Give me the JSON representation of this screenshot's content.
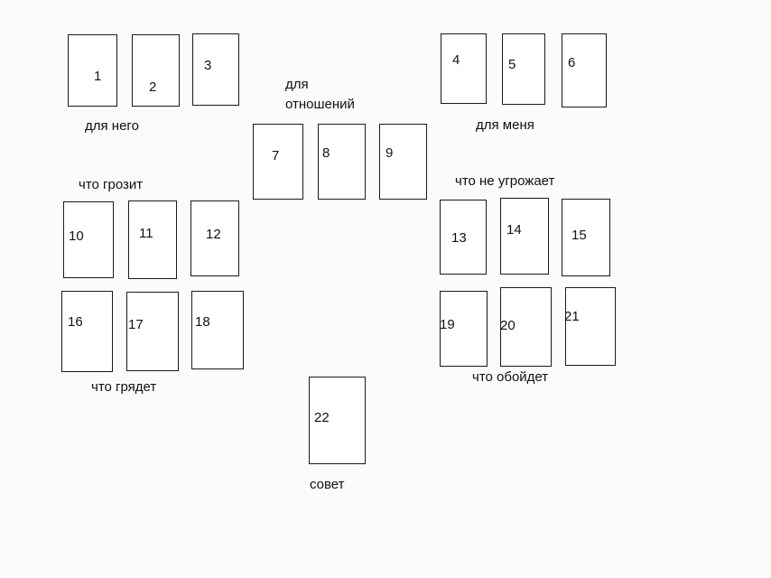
{
  "diagram": {
    "cards": [
      {
        "id": "1",
        "label": "1"
      },
      {
        "id": "2",
        "label": "2"
      },
      {
        "id": "3",
        "label": "3"
      },
      {
        "id": "4",
        "label": "4"
      },
      {
        "id": "5",
        "label": "5"
      },
      {
        "id": "6",
        "label": "6"
      },
      {
        "id": "7",
        "label": "7"
      },
      {
        "id": "8",
        "label": "8"
      },
      {
        "id": "9",
        "label": "9"
      },
      {
        "id": "10",
        "label": "10"
      },
      {
        "id": "11",
        "label": "11"
      },
      {
        "id": "12",
        "label": "12"
      },
      {
        "id": "13",
        "label": "13"
      },
      {
        "id": "14",
        "label": "14"
      },
      {
        "id": "15",
        "label": "15"
      },
      {
        "id": "16",
        "label": "16"
      },
      {
        "id": "17",
        "label": "17"
      },
      {
        "id": "18",
        "label": "18"
      },
      {
        "id": "19",
        "label": "19"
      },
      {
        "id": "20",
        "label": "20"
      },
      {
        "id": "21",
        "label": "21"
      },
      {
        "id": "22",
        "label": "22"
      }
    ],
    "groups": {
      "for_him": "для него",
      "for_relationship_line1": "для",
      "for_relationship_line2": "отношений",
      "for_me": "для меня",
      "threatens": "что грозит",
      "not_threatens": "что не угрожает",
      "coming": "что грядет",
      "passes_by": "что обойдет",
      "advice": "совет"
    }
  }
}
